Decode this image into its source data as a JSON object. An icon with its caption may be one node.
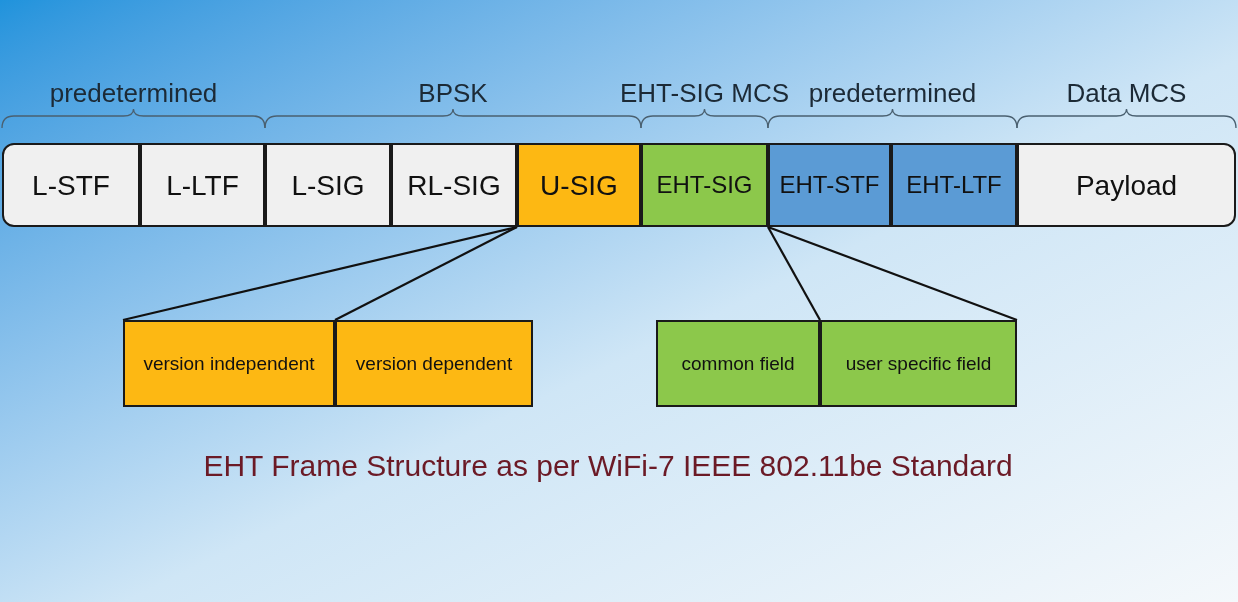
{
  "diagram": {
    "caption": "EHT Frame Structure as per WiFi-7 IEEE 802.11be Standard",
    "nodes": [
      {
        "text": [
          "L-STF"
        ]
      },
      {
        "text": [
          "L-LTF"
        ]
      },
      {
        "text": [
          "L-SIG"
        ]
      },
      {
        "text": [
          "RL-SIG"
        ]
      },
      {
        "text": [
          "U-SIG"
        ]
      },
      {
        "text": [
          "EHT-SIG"
        ]
      },
      {
        "text": [
          "EHT-STF"
        ]
      },
      {
        "text": [
          "EHT-LTF"
        ]
      },
      {
        "text": [
          "Payload"
        ]
      },
      {
        "text": [
          "version independent"
        ]
      },
      {
        "text": [
          "version dependent"
        ]
      },
      {
        "text": [
          "common field"
        ]
      },
      {
        "text": [
          "user specific field"
        ]
      }
    ],
    "edges": [
      {
        "from": 4,
        "to": 9,
        "arrow": "none"
      },
      {
        "from": 4,
        "to": 10,
        "arrow": "none"
      },
      {
        "from": 5,
        "to": 11,
        "arrow": "none"
      },
      {
        "from": 5,
        "to": 12,
        "arrow": "none"
      }
    ],
    "labels": [
      "predetermined",
      "BPSK",
      "EHT-SIG MCS",
      "predetermined",
      "Data MCS"
    ]
  }
}
